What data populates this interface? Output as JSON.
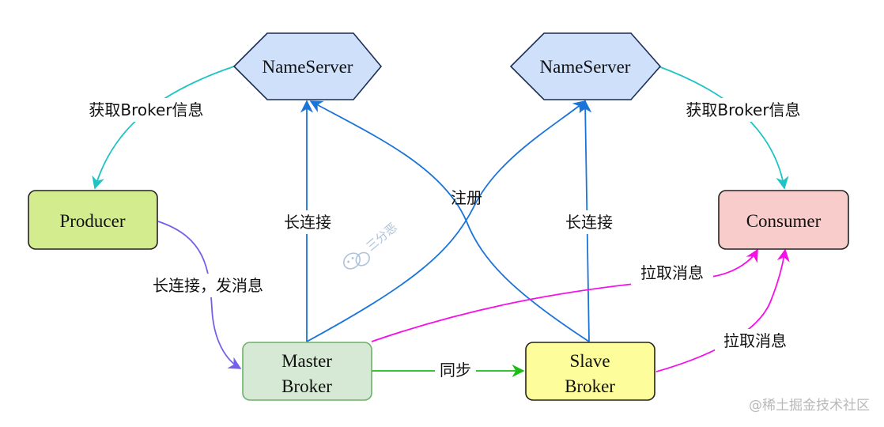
{
  "nodes": {
    "nameserver_left": {
      "label": "NameServer"
    },
    "nameserver_right": {
      "label": "NameServer"
    },
    "producer": {
      "label": "Producer"
    },
    "consumer": {
      "label": "Consumer"
    },
    "master_broker": {
      "line1": "Master",
      "line2": "Broker"
    },
    "slave_broker": {
      "line1": "Slave",
      "line2": "Broker"
    }
  },
  "edges": {
    "get_broker_info_left": "获取Broker信息",
    "get_broker_info_right": "获取Broker信息",
    "long_conn_master": "长连接",
    "long_conn_slave": "长连接",
    "register": "注册",
    "long_conn_send": "长连接，发消息",
    "pull_msg_master": "拉取消息",
    "pull_msg_slave": "拉取消息",
    "sync": "同步"
  },
  "watermark": {
    "text": "三分恶"
  },
  "footer": {
    "text": "@稀土掘金技术社区"
  },
  "colors": {
    "nameserver_fill": "#cfe0fb",
    "producer_fill": "#d3ec8d",
    "consumer_fill": "#f9cccc",
    "master_fill": "#d5e9d4",
    "slave_fill": "#fdfe9b",
    "teal_arrow": "#1ec3c3",
    "blue_arrow": "#1b74d8",
    "purple_arrow": "#7360ea",
    "magenta_arrow": "#f510e8",
    "green_arrow": "#1cbc18"
  },
  "icons": {
    "wechat": "wechat-icon"
  }
}
